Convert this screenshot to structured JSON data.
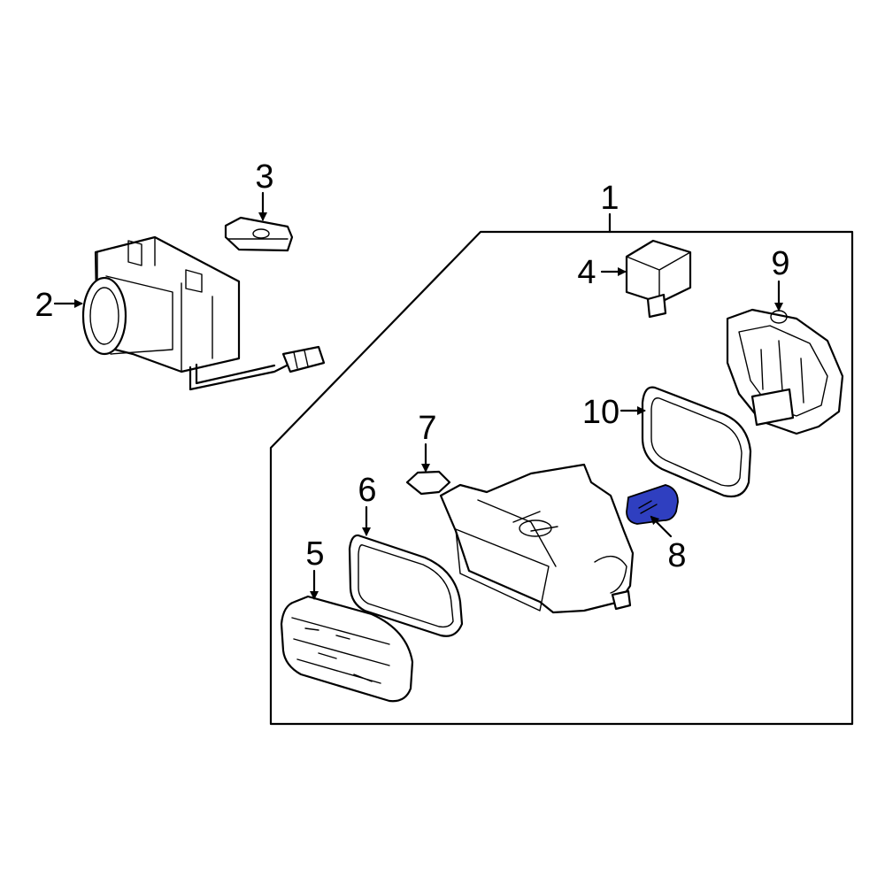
{
  "callouts": {
    "c1": "1",
    "c2": "2",
    "c3": "3",
    "c4": "4",
    "c5": "5",
    "c6": "6",
    "c7": "7",
    "c8": "8",
    "c9": "9",
    "c10": "10"
  },
  "highlight_color": "#2f3fc0"
}
